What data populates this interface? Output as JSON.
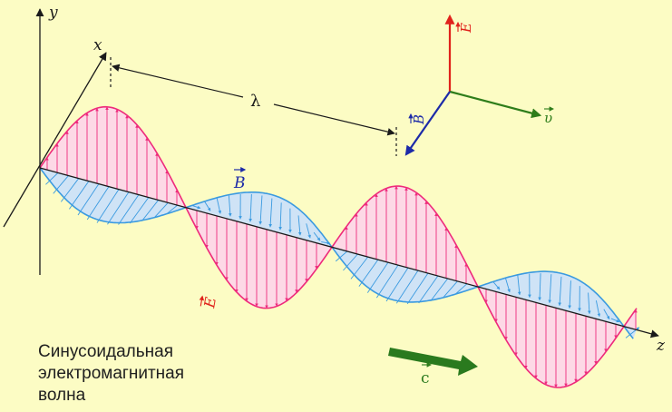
{
  "diagram": {
    "axis_labels": {
      "y": "y",
      "x": "x",
      "z": "z"
    },
    "wavelength_label": "λ",
    "field_labels": {
      "electric": "E",
      "magnetic": "B",
      "speed": "c",
      "velocity": "υ"
    },
    "caption_lines": [
      "Синусоидальная",
      "электромагнитная",
      "волна"
    ],
    "colors": {
      "background": "#fcfcc4",
      "electric": "#ee2a7b",
      "electric_fill": "#fdd9e6",
      "magnetic": "#3a9ae0",
      "magnetic_fill": "#cfe3f6",
      "axis": "#1a1a1a",
      "triad_e": "#e0221b",
      "triad_b": "#1c2aa8",
      "triad_v": "#2e7d1a",
      "arrow_c": "#2a7a1e"
    },
    "icons": [
      "electric-field-vector",
      "magnetic-field-vector",
      "velocity-vector",
      "propagation-arrow"
    ]
  }
}
